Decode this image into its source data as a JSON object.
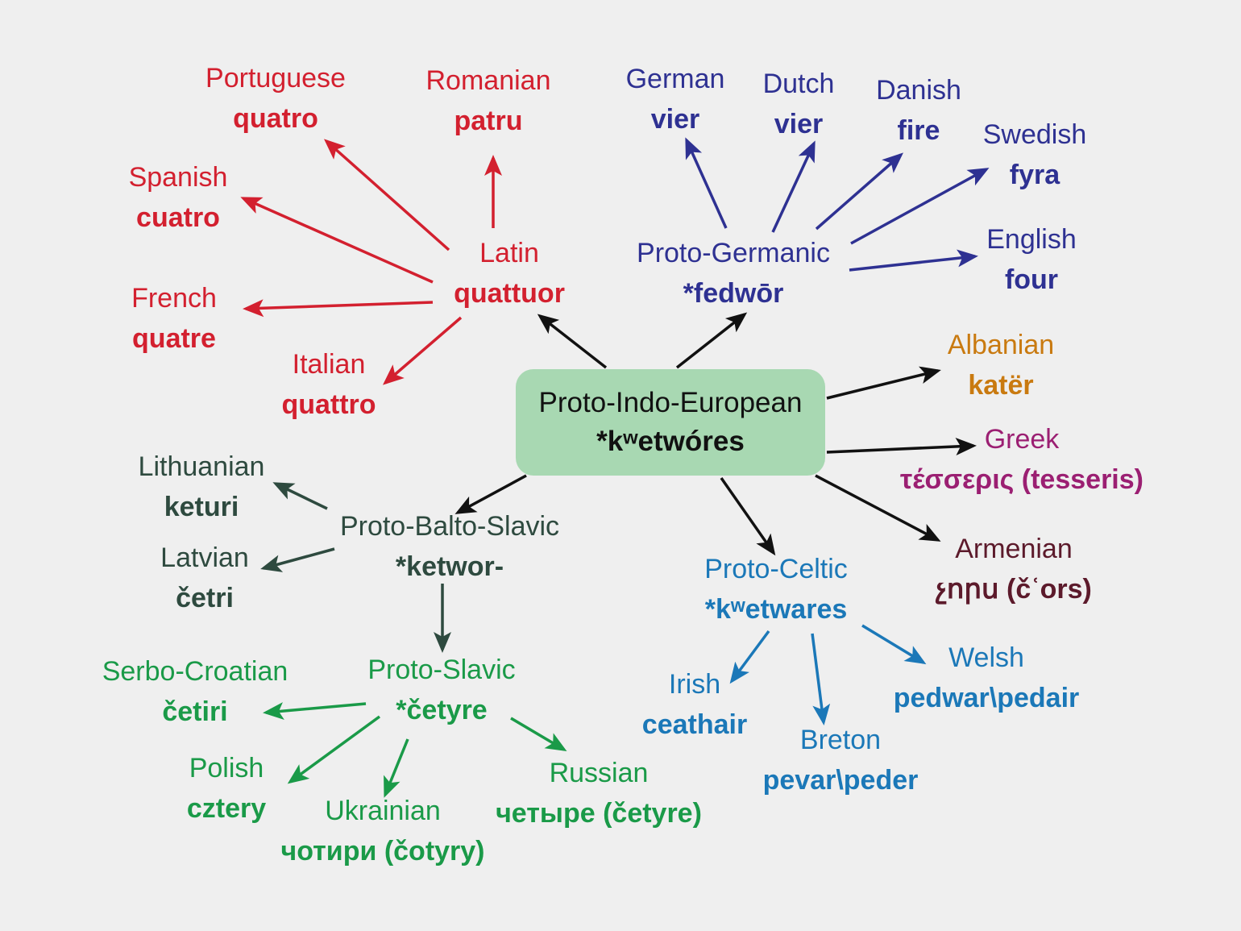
{
  "root": {
    "name": "Proto-Indo-European",
    "word": "*kʷetwóres"
  },
  "italic": {
    "latin": {
      "name": "Latin",
      "word": "quattuor"
    },
    "portuguese": {
      "name": "Portuguese",
      "word": "quatro"
    },
    "romanian": {
      "name": "Romanian",
      "word": "patru"
    },
    "spanish": {
      "name": "Spanish",
      "word": "cuatro"
    },
    "french": {
      "name": "French",
      "word": "quatre"
    },
    "italian": {
      "name": "Italian",
      "word": "quattro"
    }
  },
  "germanic": {
    "proto": {
      "name": "Proto-Germanic",
      "word": "*fedwōr"
    },
    "german": {
      "name": "German",
      "word": "vier"
    },
    "dutch": {
      "name": "Dutch",
      "word": "vier"
    },
    "danish": {
      "name": "Danish",
      "word": "fire"
    },
    "swedish": {
      "name": "Swedish",
      "word": "fyra"
    },
    "english": {
      "name": "English",
      "word": "four"
    }
  },
  "albanian": {
    "name": "Albanian",
    "word": "katër"
  },
  "greek": {
    "name": "Greek",
    "word": "τέσσερις (tesseris)"
  },
  "armenian": {
    "name": "Armenian",
    "word": "չորս (čʿors)"
  },
  "celtic": {
    "proto": {
      "name": "Proto-Celtic",
      "word": "*kʷetwares"
    },
    "irish": {
      "name": "Irish",
      "word": "ceathair"
    },
    "breton": {
      "name": "Breton",
      "word": "pevar\\peder"
    },
    "welsh": {
      "name": "Welsh",
      "word": "pedwar\\pedair"
    }
  },
  "balto_slavic": {
    "proto": {
      "name": "Proto-Balto-Slavic",
      "word": "*ketwor-"
    },
    "lithuanian": {
      "name": "Lithuanian",
      "word": "keturi"
    },
    "latvian": {
      "name": "Latvian",
      "word": "četri"
    }
  },
  "slavic": {
    "proto": {
      "name": "Proto-Slavic",
      "word": "*četyre"
    },
    "serbo_croatian": {
      "name": "Serbo-Croatian",
      "word": "četiri"
    },
    "polish": {
      "name": "Polish",
      "word": "cztery"
    },
    "ukrainian": {
      "name": "Ukrainian",
      "word": "чотири (čotyry)"
    },
    "russian": {
      "name": "Russian",
      "word": "четыре (četyre)"
    }
  },
  "colors": {
    "italic": "#d3202f",
    "germanic": "#2e3192",
    "albanian": "#c97a10",
    "greek": "#9b1f72",
    "armenian": "#5c1a2b",
    "celtic": "#1b78b8",
    "baltic": "#2e4a3f",
    "slavic": "#1a9a48",
    "root_box": "#a8d8b2"
  }
}
